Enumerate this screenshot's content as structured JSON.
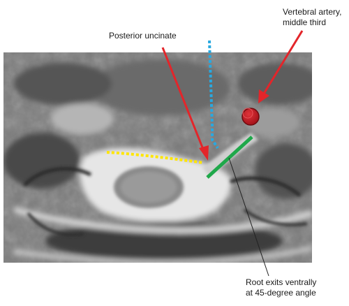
{
  "labels": {
    "posterior_uncinate": "Posterior uncinate",
    "vertebral_artery_line1": "Vertebral artery,",
    "vertebral_artery_line2": "middle third",
    "root_exit_line1": "Root exits ventrally",
    "root_exit_line2": "at 45-degree angle"
  },
  "colors": {
    "arrow": "#e3252a",
    "artery_fill": "#c8181d",
    "yellow_dotted": "#ffe600",
    "blue_dotted": "#29a9e0",
    "green_line": "#1fa84a",
    "leader_line": "#222222"
  },
  "markers": [
    {
      "name": "yellow-dotted-line",
      "meaning": "uncinate margin"
    },
    {
      "name": "blue-dotted-line",
      "meaning": "uncinate process"
    },
    {
      "name": "green-line",
      "meaning": "nerve root exit"
    },
    {
      "name": "red-circle",
      "meaning": "vertebral artery"
    }
  ]
}
